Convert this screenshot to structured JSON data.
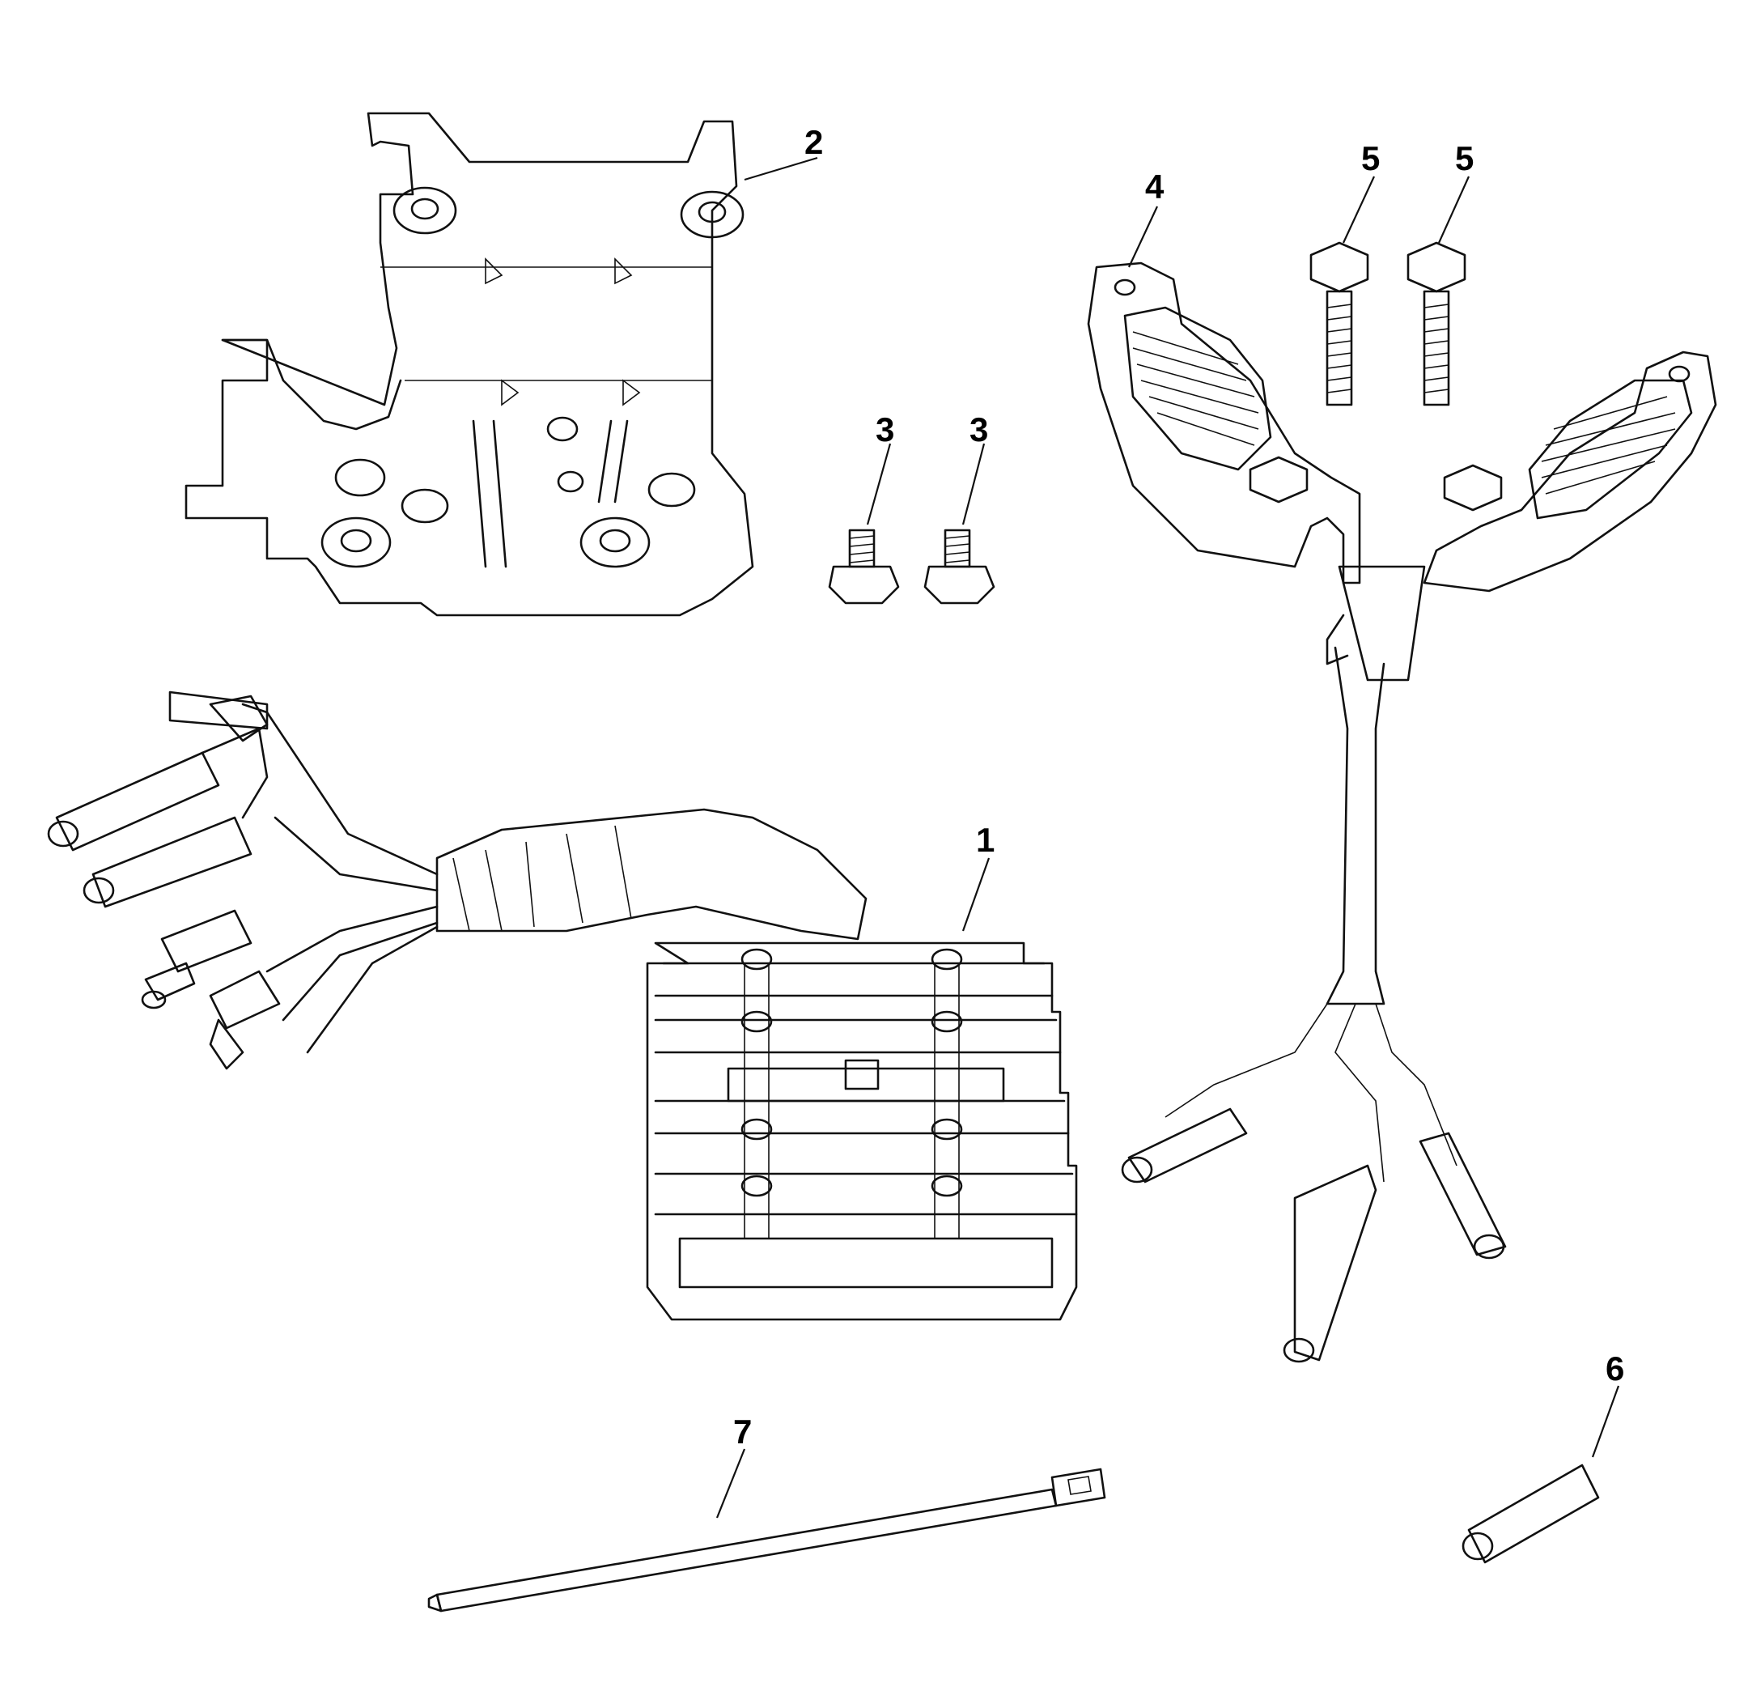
{
  "callouts": {
    "c1": "1",
    "c2": "2",
    "c3a": "3",
    "c3b": "3",
    "c4": "4",
    "c5a": "5",
    "c5b": "5",
    "c6": "6",
    "c7": "7"
  },
  "colors": {
    "line": "#111111",
    "background": "#ffffff"
  }
}
